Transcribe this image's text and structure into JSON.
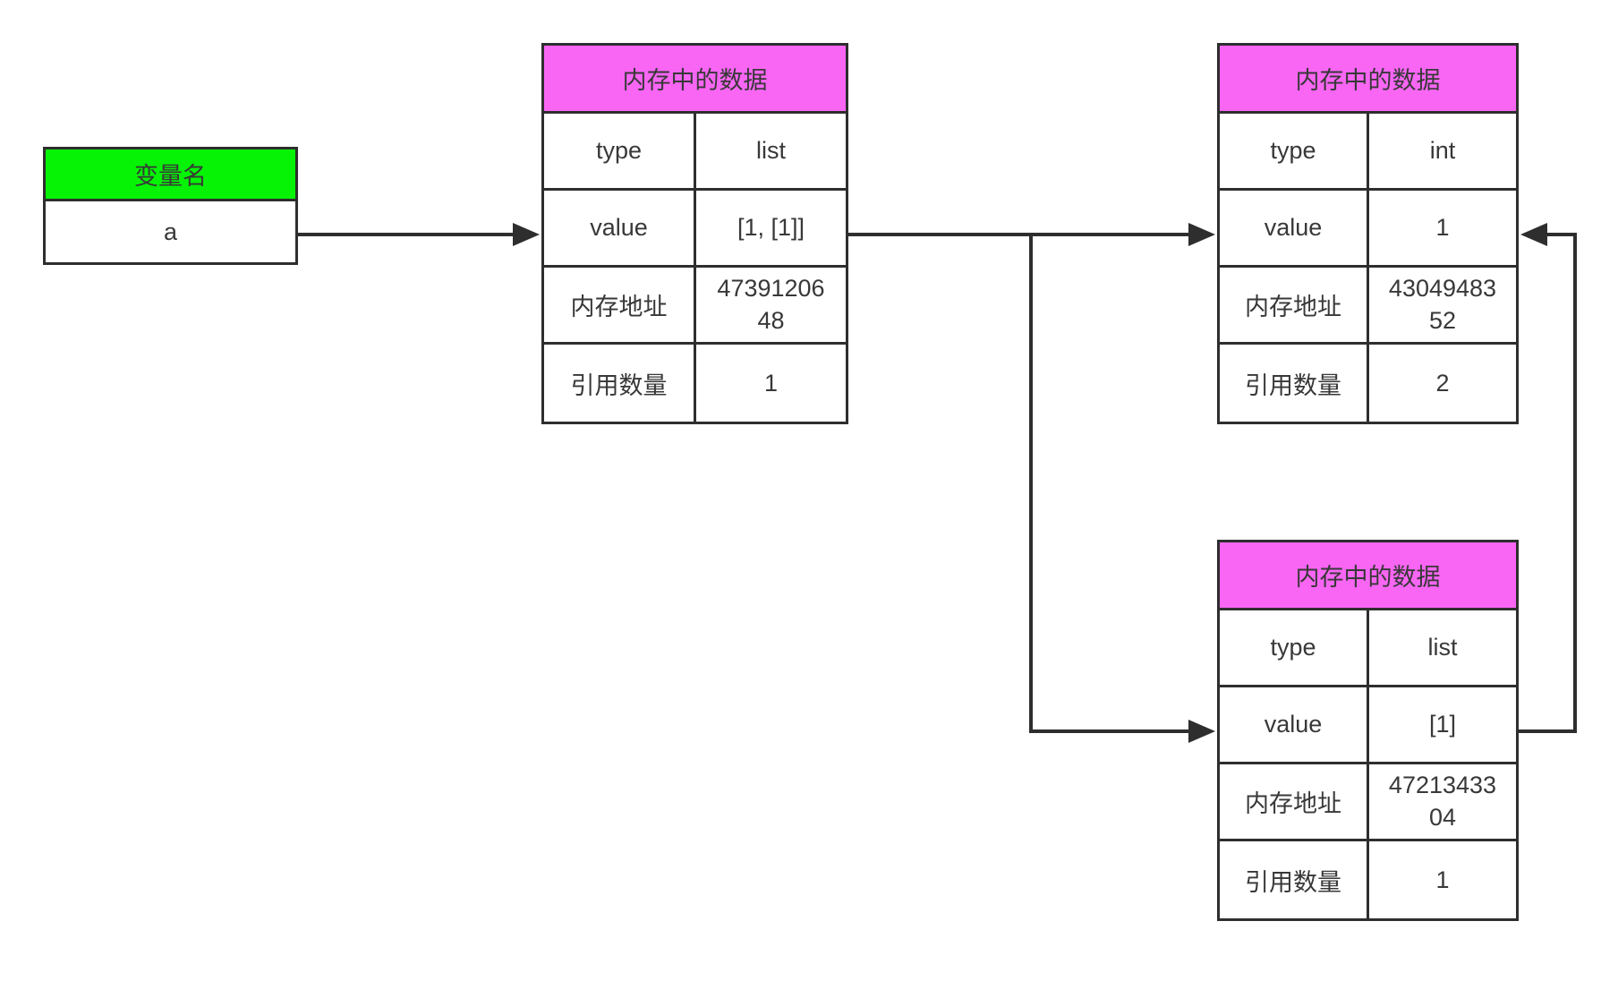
{
  "colors": {
    "header_magenta": "#F966F4",
    "header_green": "#06F306",
    "border": "#2E2E2E"
  },
  "variable_box": {
    "header": "变量名",
    "name": "a"
  },
  "tables": [
    {
      "header": "内存中的数据",
      "rows": [
        {
          "label": "type",
          "value": "list"
        },
        {
          "label": "value",
          "value": "[1, [1]]"
        },
        {
          "label": "内存地址",
          "value": "4739120648"
        },
        {
          "label": "引用数量",
          "value": "1"
        }
      ]
    },
    {
      "header": "内存中的数据",
      "rows": [
        {
          "label": "type",
          "value": "int"
        },
        {
          "label": "value",
          "value": "1"
        },
        {
          "label": "内存地址",
          "value": "4304948352"
        },
        {
          "label": "引用数量",
          "value": "2"
        }
      ]
    },
    {
      "header": "内存中的数据",
      "rows": [
        {
          "label": "type",
          "value": "list"
        },
        {
          "label": "value",
          "value": "[1]"
        },
        {
          "label": "内存地址",
          "value": "4721343304"
        },
        {
          "label": "引用数量",
          "value": "1"
        }
      ]
    }
  ]
}
